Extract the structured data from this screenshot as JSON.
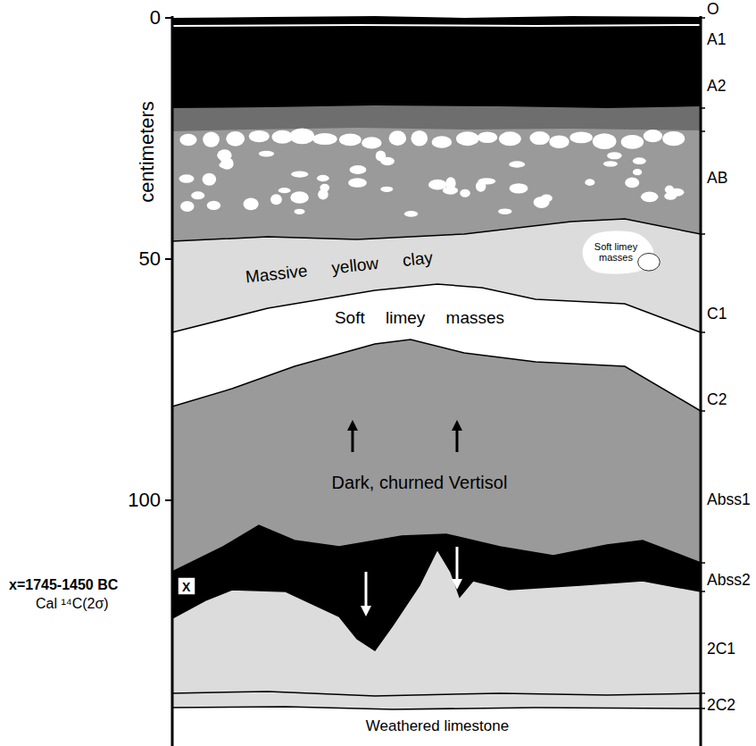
{
  "diagram": {
    "nodes": [
      {
        "text": [
          "Soft limey masses"
        ]
      },
      {
        "text": [
          "X"
        ]
      }
    ],
    "labels": [
      "0",
      "50",
      "100",
      "centimeters",
      "x=1745-1450 BC",
      "Cal ¹⁴C(2σ)",
      "O",
      "A1",
      "A2",
      "AB",
      "C1",
      "C2",
      "Abss1",
      "Abss2",
      "2C1",
      "2C2",
      "Massive yellow clay",
      "Soft limey masses",
      "Dark, churned Vertisol",
      "Weathered limestone"
    ]
  }
}
